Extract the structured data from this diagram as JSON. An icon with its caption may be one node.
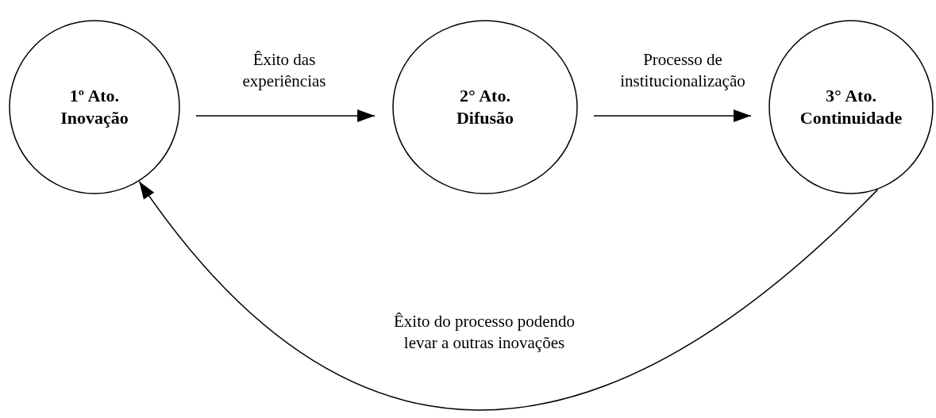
{
  "diagram": {
    "nodes": [
      {
        "text": [
          "1º Ato. Inovação"
        ]
      },
      {
        "text": [
          "2° Ato. Difusão"
        ]
      },
      {
        "text": [
          "3° Ato. Continuidade"
        ]
      }
    ],
    "edges": [
      {
        "from": 0,
        "to": 1,
        "arrow": "to",
        "label": "Êxito das experiências"
      },
      {
        "from": 1,
        "to": 2,
        "arrow": "to",
        "label": "Processo de institucionalização"
      },
      {
        "from": 2,
        "to": 0,
        "arrow": "to",
        "label": "Êxito do processo podendo levar a outras inovações"
      }
    ]
  }
}
